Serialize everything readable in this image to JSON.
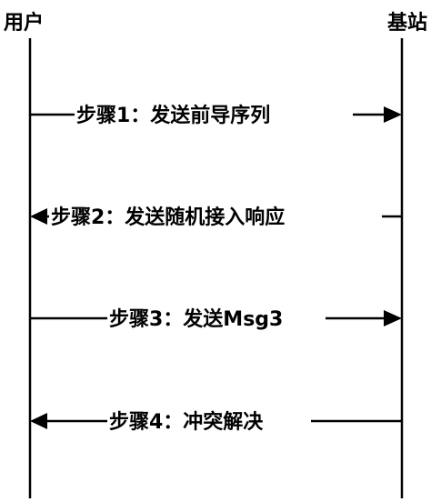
{
  "lifelines": {
    "left_label": "用户",
    "right_label": "基站"
  },
  "messages": [
    {
      "label": "步骤1：发送前导序列",
      "direction": "right"
    },
    {
      "label": "步骤2：发送随机接入响应",
      "direction": "left"
    },
    {
      "label": "步骤3：发送Msg3",
      "direction": "right"
    },
    {
      "label": "步骤4：冲突解决",
      "direction": "left"
    }
  ],
  "colors": {
    "line": "#000000",
    "text": "#000000",
    "background": "#ffffff"
  }
}
